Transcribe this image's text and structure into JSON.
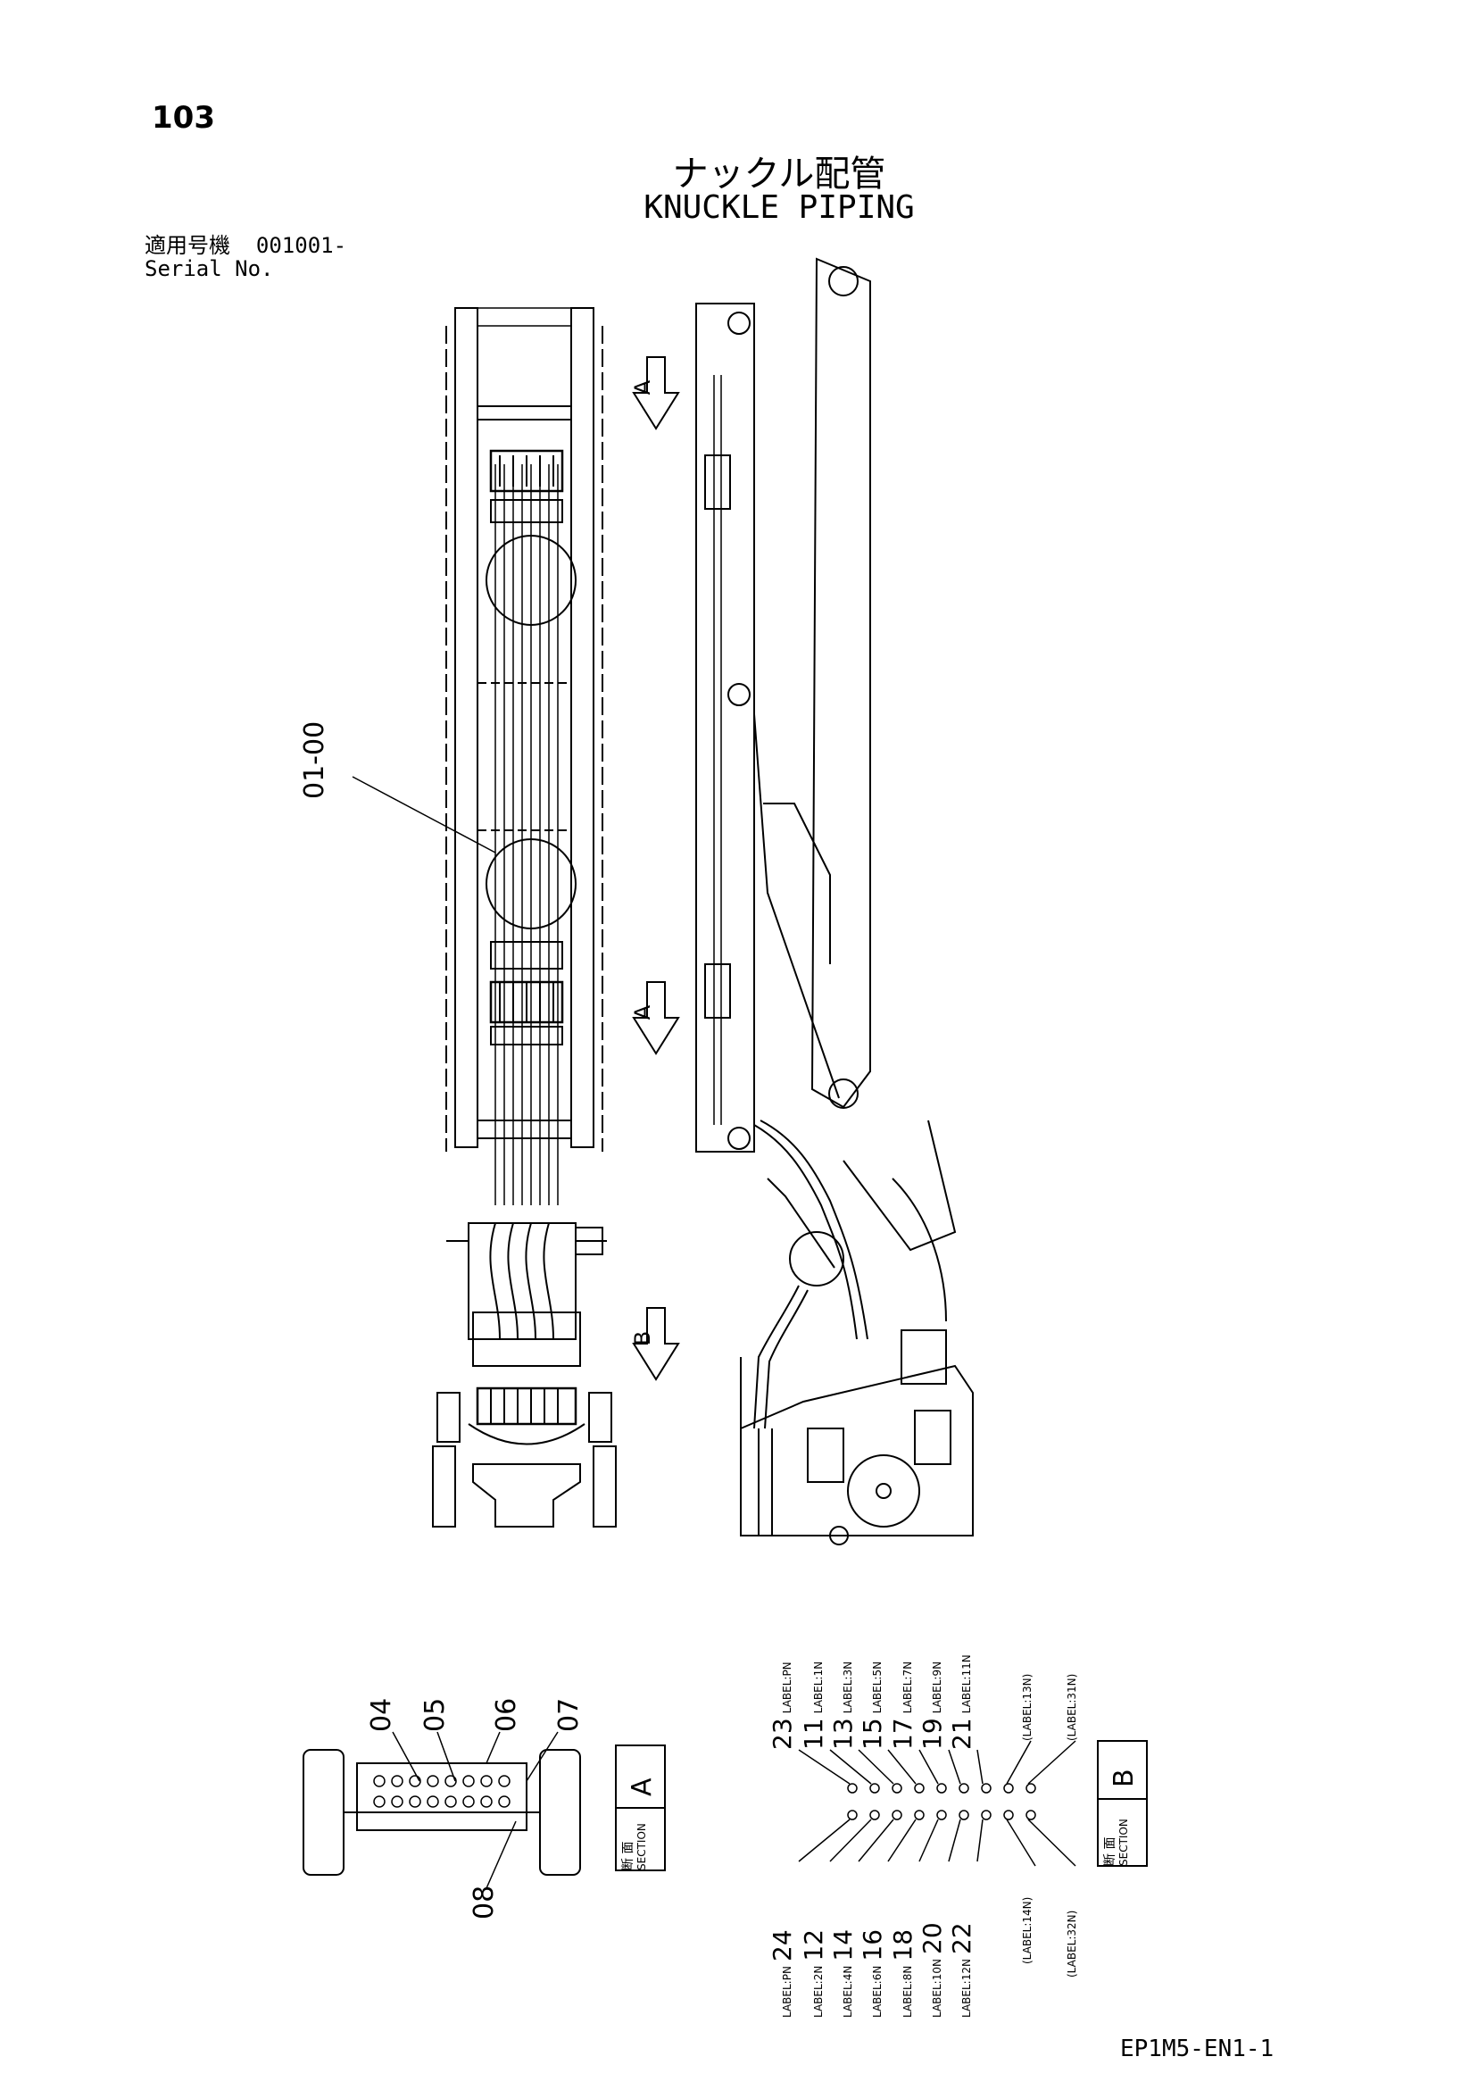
{
  "page": {
    "number": "103",
    "code": "EP1M5-EN1-1"
  },
  "title": {
    "jp": "ナックル配管",
    "en": "KNUCKLE PIPING"
  },
  "serial": {
    "label_jp": "適用号機",
    "label_en": "Serial No.",
    "value": "001001-"
  },
  "callouts": {
    "main": "01-00",
    "arrow_a": "A",
    "arrow_b": "B",
    "section_a_parts": [
      "04",
      "05",
      "06",
      "07",
      "08"
    ]
  },
  "sections": {
    "a": {
      "jp": "断 面",
      "en": "SECTION",
      "letter": "A"
    },
    "b": {
      "jp": "断 面",
      "en": "SECTION",
      "letter": "B"
    }
  },
  "ports_top": [
    {
      "num": "23",
      "label": "LABEL:PN"
    },
    {
      "num": "11",
      "label": "LABEL:1N"
    },
    {
      "num": "13",
      "label": "LABEL:3N"
    },
    {
      "num": "15",
      "label": "LABEL:5N"
    },
    {
      "num": "17",
      "label": "LABEL:7N"
    },
    {
      "num": "19",
      "label": "LABEL:9N"
    },
    {
      "num": "21",
      "label": "LABEL:11N"
    },
    {
      "num": "",
      "label": "(LABEL:13N)"
    },
    {
      "num": "",
      "label": "(LABEL:31N)"
    }
  ],
  "ports_bottom": [
    {
      "num": "24",
      "label": "LABEL:PN"
    },
    {
      "num": "12",
      "label": "LABEL:2N"
    },
    {
      "num": "14",
      "label": "LABEL:4N"
    },
    {
      "num": "16",
      "label": "LABEL:6N"
    },
    {
      "num": "18",
      "label": "LABEL:8N"
    },
    {
      "num": "20",
      "label": "LABEL:10N"
    },
    {
      "num": "22",
      "label": "LABEL:12N"
    },
    {
      "num": "",
      "label": "(LABEL:14N)"
    },
    {
      "num": "",
      "label": "(LABEL:32N)"
    }
  ]
}
